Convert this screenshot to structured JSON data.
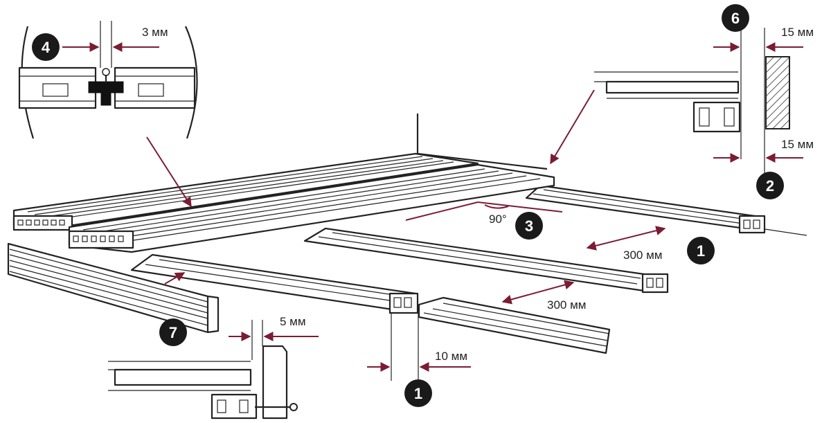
{
  "labels": {
    "gap_boards": "3 мм",
    "wall_gap_top": "15 мм",
    "wall_gap_bottom": "15 мм",
    "angle": "90°",
    "joist_spacing_1": "300 мм",
    "joist_spacing_2": "300 мм",
    "edge_gap": "5 мм",
    "joist_end_gap": "10 мм"
  },
  "badges": {
    "b1": "1",
    "b2": "2",
    "b3": "3",
    "b4": "4",
    "b1_bottom": "1",
    "b6": "6",
    "b7": "7"
  },
  "colors": {
    "line": "#222222",
    "accent": "#7b1c33",
    "badge": "#1a1a1a"
  }
}
